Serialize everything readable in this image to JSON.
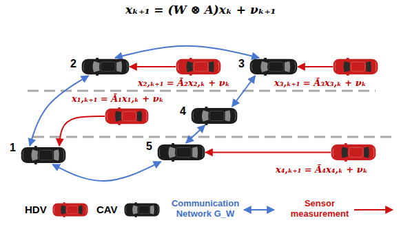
{
  "diagram": {
    "title": "xₖ₊₁ = (W ⊗ A)xₖ + νₖ₊₁",
    "nodes": [
      {
        "text": [
          "2"
        ]
      },
      {
        "text": [
          "x₂,ₖ₊₁ = Ã₂x₂,ₖ + νₖ"
        ]
      },
      {
        "text": [
          "3"
        ]
      },
      {
        "text": [
          "x₃,ₖ₊₁ = Ã₃x₃,ₖ + νₖ"
        ]
      },
      {
        "text": [
          "x₁,ₖ₊₁ = Ã₁x₁,ₖ + νₖ"
        ]
      },
      {
        "text": [
          "4"
        ]
      },
      {
        "text": [
          "1"
        ]
      },
      {
        "text": [
          "5"
        ]
      },
      {
        "text": [
          "x₄,ₖ₊₁ = Ã₄x₄,ₖ + νₖ"
        ]
      }
    ],
    "edges": [
      {
        "from": 0,
        "to": 2,
        "arrow": "both"
      },
      {
        "from": 0,
        "to": 6,
        "arrow": "both"
      },
      {
        "from": 2,
        "to": 5,
        "arrow": "both"
      },
      {
        "from": 5,
        "to": 7,
        "arrow": "both"
      },
      {
        "from": 6,
        "to": 7,
        "arrow": "both"
      },
      {
        "from": 1,
        "to": 0,
        "arrow": "to"
      },
      {
        "from": 3,
        "to": 2,
        "arrow": "to"
      },
      {
        "from": 4,
        "to": 6,
        "arrow": "to"
      },
      {
        "from": 8,
        "to": 7,
        "arrow": "to"
      }
    ],
    "legend": [
      {
        "text": "HDV"
      },
      {
        "text": "CAV"
      },
      {
        "text": "Communication Network G_W"
      },
      {
        "text": "Sensor measurement"
      }
    ]
  }
}
